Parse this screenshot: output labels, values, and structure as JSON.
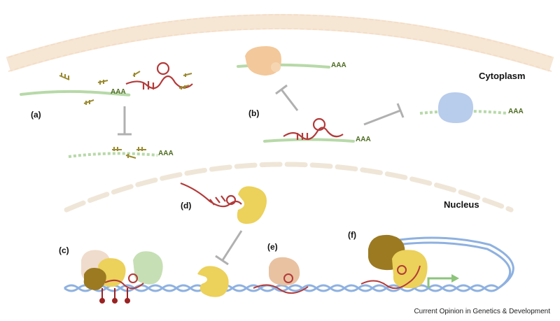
{
  "labels": {
    "cytoplasm": "Cytoplasm",
    "nucleus": "Nucleus",
    "polyA": "AAA",
    "panels": {
      "a": "(a)",
      "b": "(b)",
      "c": "(c)",
      "d": "(d)",
      "e": "(e)",
      "f": "(f)"
    }
  },
  "credit": "Current Opinion in Genetics & Development",
  "colors": {
    "membrane": "#f6e6d4",
    "nuclear_envelope": "#efe6d8",
    "mrna": "#b7d9a8",
    "lncrna": "#b33a3a",
    "mirna": "#9a8a30",
    "ribosome": "#f3c89a",
    "degradation_complex": "#b8ccec",
    "protein_yellow": "#ecd15a",
    "protein_brown": "#9b7a22",
    "protein_tan": "#e9c2a2",
    "protein_green": "#c6dfb4",
    "dna": "#8eb1e0",
    "methyl_marks": "#9a2222",
    "inhibition": "#b0b0b0",
    "activation_arrow": "#8cc47a"
  }
}
